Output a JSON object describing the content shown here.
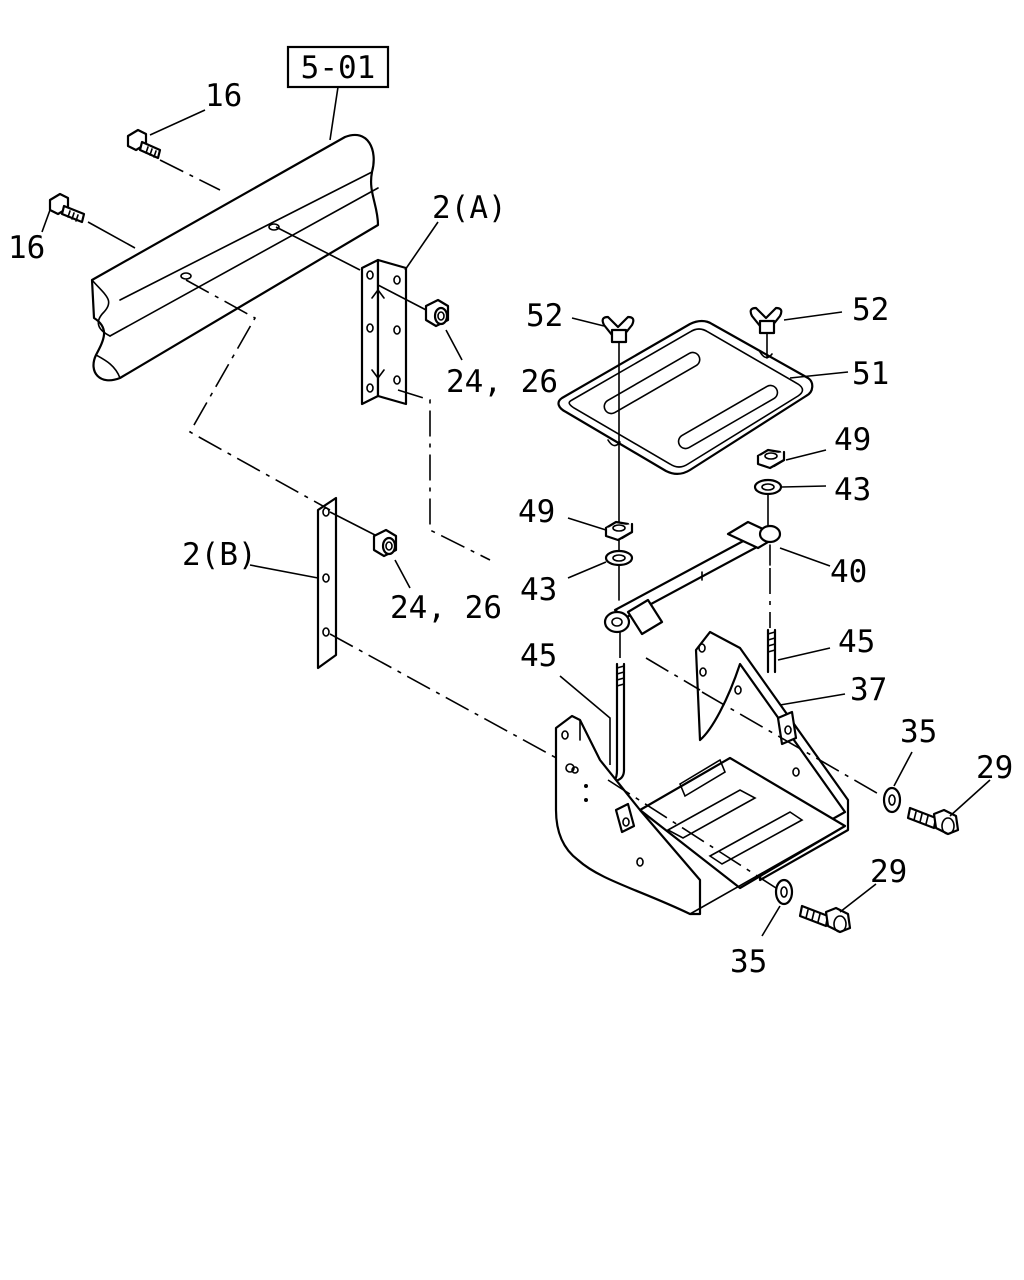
{
  "ref_box": "5-01",
  "labels": {
    "l16a": "16",
    "l16b": "16",
    "l2a": "2(A)",
    "l2b": "2(B)",
    "l2426a": "24, 26",
    "l2426b": "24, 26",
    "l52a": "52",
    "l52b": "52",
    "l51": "51",
    "l49a": "49",
    "l49b": "49",
    "l43a": "43",
    "l43b": "43",
    "l40": "40",
    "l45a": "45",
    "l45b": "45",
    "l37": "37",
    "l35a": "35",
    "l35b": "35",
    "l29a": "29",
    "l29b": "29"
  },
  "icons": [
    "bolt-icon",
    "flange-nut-icon",
    "wing-nut-icon",
    "washer-icon",
    "hex-nut-icon",
    "j-bolt-icon",
    "bracket-icon",
    "battery-tray-icon",
    "battery-cover-icon",
    "clamp-bar-icon",
    "frame-rail-icon"
  ]
}
